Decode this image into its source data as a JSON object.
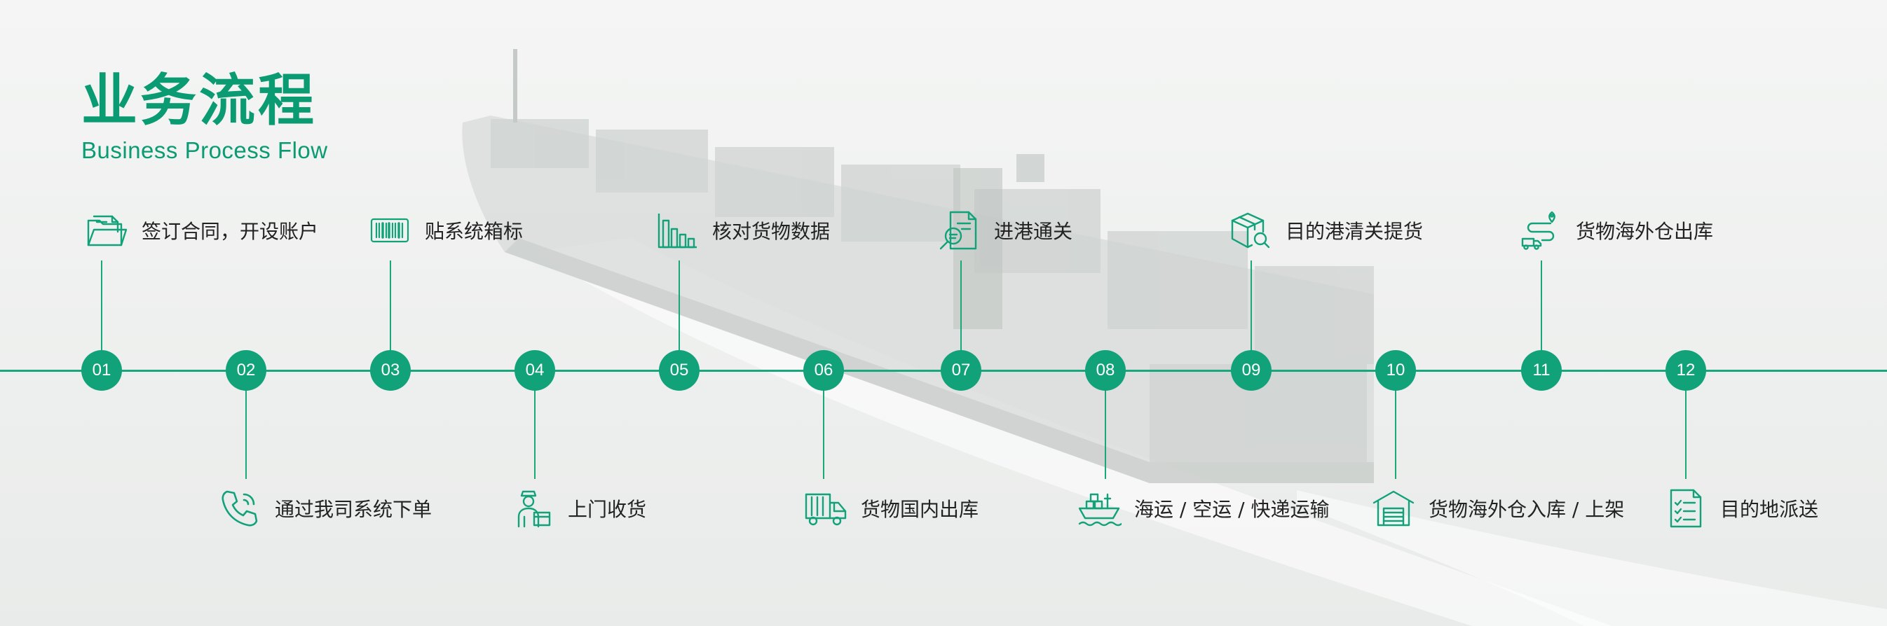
{
  "title": {
    "cn": "业务流程",
    "en": "Business Process Flow"
  },
  "colors": {
    "accent": "#12a27a",
    "line": "#19a77c",
    "text": "#222222"
  },
  "steps": [
    {
      "number": "01",
      "label": "签订合同，开设账户",
      "icon": "folder-document-icon"
    },
    {
      "number": "02",
      "label": "通过我司系统下单",
      "icon": "phone-icon"
    },
    {
      "number": "03",
      "label": "贴系统箱标",
      "icon": "barcode-icon"
    },
    {
      "number": "04",
      "label": "上门收货",
      "icon": "courier-icon"
    },
    {
      "number": "05",
      "label": "核对货物数据",
      "icon": "bar-chart-icon"
    },
    {
      "number": "06",
      "label": "货物国内出库",
      "icon": "delivery-truck-icon"
    },
    {
      "number": "07",
      "label": "进港通关",
      "icon": "document-search-icon"
    },
    {
      "number": "08",
      "label": "海运 / 空运 / 快递运输",
      "icon": "cargo-ship-icon"
    },
    {
      "number": "09",
      "label": "目的港清关提货",
      "icon": "package-inspect-icon"
    },
    {
      "number": "10",
      "label": "货物海外仓入库 / 上架",
      "icon": "warehouse-icon"
    },
    {
      "number": "11",
      "label": "货物海外仓出库",
      "icon": "route-truck-icon"
    },
    {
      "number": "12",
      "label": "目的地派送",
      "icon": "checklist-icon"
    }
  ]
}
